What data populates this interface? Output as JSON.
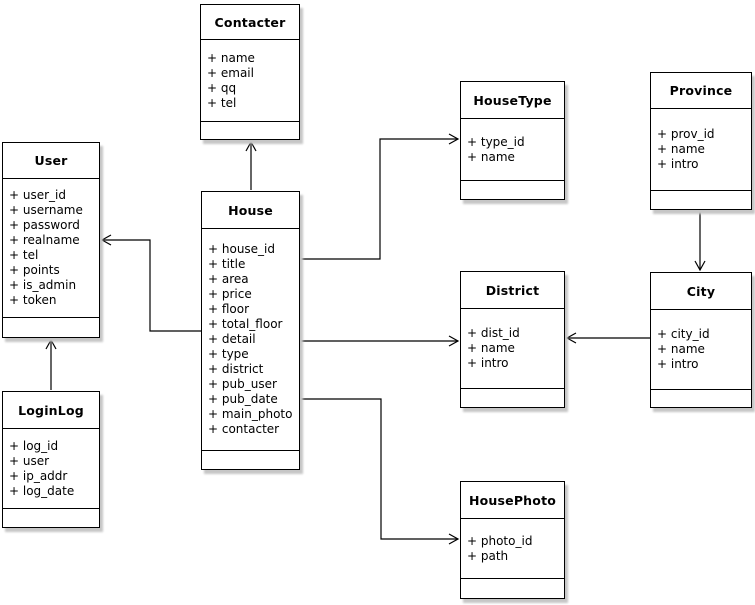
{
  "diagram": {
    "kind": "uml-class-diagram",
    "colors": {
      "background": "#ffffff",
      "box_fill": "#ffffff",
      "box_border": "#000000",
      "line": "#000000",
      "shadow": "#c6c6c6"
    }
  },
  "entities": [
    {
      "name": "Contacter",
      "attributes": [
        "+ name",
        "+ email",
        "+ qq",
        "+ tel"
      ]
    },
    {
      "name": "User",
      "attributes": [
        "+ user_id",
        "+ username",
        "+ password",
        "+ realname",
        "+ tel",
        "+ points",
        "+ is_admin",
        "+ token"
      ]
    },
    {
      "name": "House",
      "attributes": [
        "+ house_id",
        "+ title",
        "+ area",
        "+ price",
        "+ floor",
        "+ total_floor",
        "+ detail",
        "+ type",
        "+ district",
        "+ pub_user",
        "+ pub_date",
        "+ main_photo",
        "+ contacter"
      ]
    },
    {
      "name": "HouseType",
      "attributes": [
        "+ type_id",
        "+ name"
      ]
    },
    {
      "name": "Province",
      "attributes": [
        "+ prov_id",
        "+ name",
        "+ intro"
      ]
    },
    {
      "name": "District",
      "attributes": [
        "+ dist_id",
        "+ name",
        "+ intro"
      ]
    },
    {
      "name": "City",
      "attributes": [
        "+ city_id",
        "+ name",
        "+ intro"
      ]
    },
    {
      "name": "LoginLog",
      "attributes": [
        "+ log_id",
        "+ user",
        "+ ip_addr",
        "+ log_date"
      ]
    },
    {
      "name": "HousePhoto",
      "attributes": [
        "+ photo_id",
        "+ path"
      ]
    }
  ],
  "relationships": [
    {
      "from": "House",
      "to": "Contacter",
      "arrow": "open"
    },
    {
      "from": "House",
      "to": "User",
      "arrow": "open"
    },
    {
      "from": "House",
      "to": "HouseType",
      "arrow": "open"
    },
    {
      "from": "House",
      "to": "District",
      "arrow": "open"
    },
    {
      "from": "House",
      "to": "HousePhoto",
      "arrow": "open"
    },
    {
      "from": "Province",
      "to": "City",
      "arrow": "open"
    },
    {
      "from": "City",
      "to": "District",
      "arrow": "open"
    },
    {
      "from": "LoginLog",
      "to": "User",
      "arrow": "open"
    }
  ]
}
